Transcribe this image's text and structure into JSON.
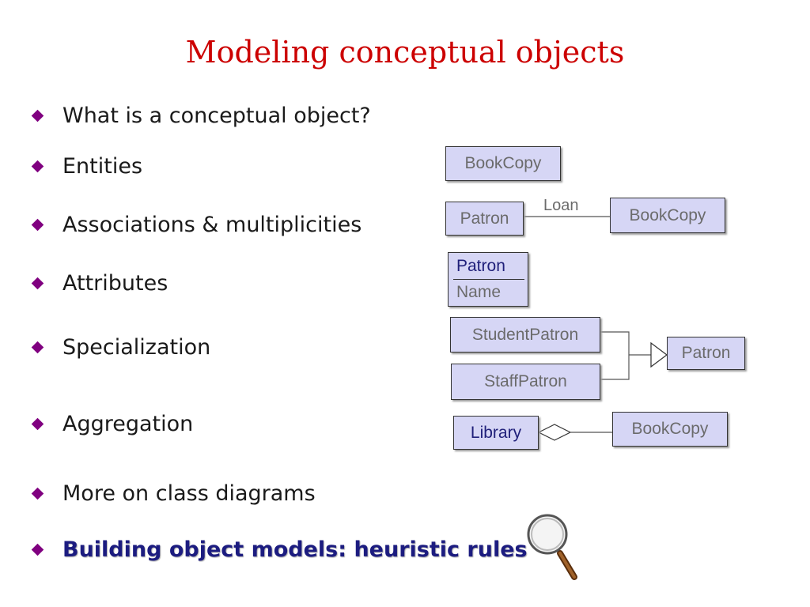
{
  "slide": {
    "title": "Modeling conceptual objects",
    "bullets": [
      "What is a conceptual object?",
      "Entities",
      "Associations & multiplicities",
      "Attributes",
      "Specialization",
      "Aggregation",
      "More on class diagrams",
      "Building object models:  heuristic rules"
    ]
  },
  "diagrams": {
    "entity": {
      "class": "BookCopy"
    },
    "association": {
      "left": "Patron",
      "label": "Loan",
      "right": "BookCopy"
    },
    "attributes": {
      "class": "Patron",
      "attribute": "Name"
    },
    "specialization": {
      "sub1": "StudentPatron",
      "sub2": "StaffPatron",
      "super": "Patron"
    },
    "aggregation": {
      "whole": "Library",
      "part": "BookCopy"
    }
  },
  "icons": {
    "magnifier": "magnifying-glass-icon"
  },
  "colors": {
    "title": "#cc0000",
    "bullet_marker": "#800080",
    "highlight_text": "#1c1c80",
    "box_fill": "#d6d6f5"
  }
}
